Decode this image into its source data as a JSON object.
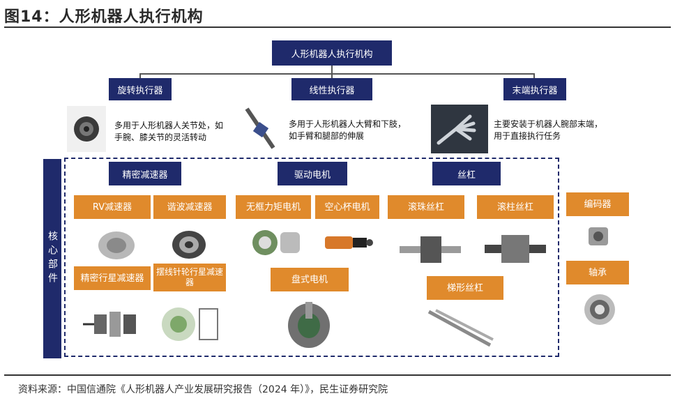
{
  "title": "图14：人形机器人执行机构",
  "root": "人形机器人执行机构",
  "actuators": [
    {
      "label": "旋转执行器",
      "desc": [
        "多用于人形机器人关节处，如",
        "手腕、膝关节的灵活转动"
      ]
    },
    {
      "label": "线性执行器",
      "desc": [
        "多用于人形机器人大臂和下肢，",
        "如手臂和腿部的伸展"
      ]
    },
    {
      "label": "末端执行器",
      "desc": [
        "主要安装于机器人腕部末端，",
        "用于直接执行任务"
      ]
    }
  ],
  "core_label": "核心部件",
  "groups": {
    "reducer": {
      "label": "精密减速器",
      "items": [
        "RV减速器",
        "谐波减速器",
        "精密行星减速器",
        "摆线针轮行星减速器"
      ]
    },
    "motor": {
      "label": "驱动电机",
      "items": [
        "无框力矩电机",
        "空心杯电机",
        "盘式电机"
      ]
    },
    "screw": {
      "label": "丝杠",
      "items": [
        "滚珠丝杠",
        "滚柱丝杠",
        "梯形丝杠"
      ]
    }
  },
  "side_items": [
    "编码器",
    "轴承"
  ],
  "source": "资料来源：中国信通院《人形机器人产业发展研究报告（2024 年）》，民生证券研究院"
}
